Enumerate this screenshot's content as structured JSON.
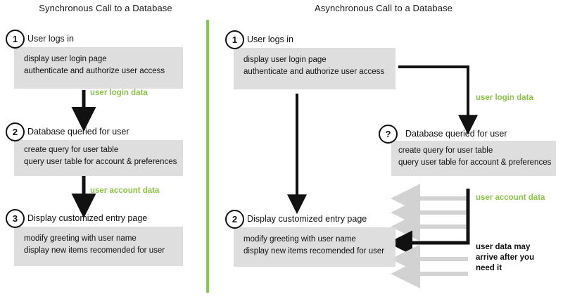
{
  "panels": {
    "left": {
      "title": "Synchronous Call to a Database",
      "steps": [
        {
          "badge": "1",
          "heading": "User logs in",
          "lines": [
            "display user login page",
            "authenticate and authorize user access"
          ]
        },
        {
          "badge": "2",
          "heading": "Database queried for user",
          "lines": [
            "create query for user table",
            "query user table for account & preferences"
          ]
        },
        {
          "badge": "3",
          "heading": "Display customized entry page",
          "lines": [
            "modify greeting with user name",
            "display new items recomended for user"
          ]
        }
      ],
      "flow_labels": [
        "user login data",
        "user account data"
      ]
    },
    "right": {
      "title": "Asynchronous Call to a Database",
      "steps": [
        {
          "badge": "1",
          "heading": "User logs in",
          "lines": [
            "display user login page",
            "authenticate and authorize user access"
          ]
        },
        {
          "badge": "?",
          "heading": "Database queried for user",
          "lines": [
            "create query for user table",
            "query user table for account & preferences"
          ]
        },
        {
          "badge": "2",
          "heading": "Display customized entry page",
          "lines": [
            "modify greeting with user name",
            "display new items recomended for user"
          ]
        }
      ],
      "flow_labels": [
        "user login data",
        "user account data"
      ],
      "note_lines": [
        "user data may",
        "arrive after you",
        "need it"
      ]
    }
  },
  "colors": {
    "accent_green": "#8cc751",
    "label_green": "#8cc34a",
    "box_gray": "#dedede",
    "arrow_black": "#111111",
    "arrow_gray": "#d2d2d2"
  }
}
